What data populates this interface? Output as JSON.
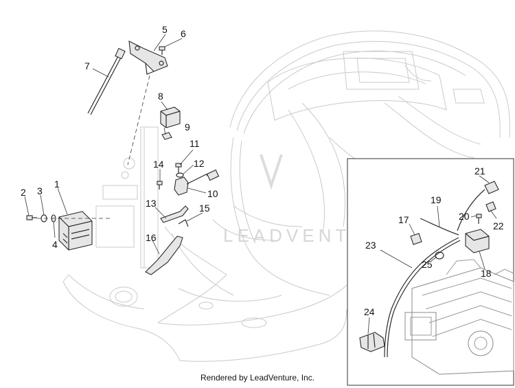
{
  "watermark": "LEADVENTURE",
  "footer": "Rendered by LeadVenture, Inc.",
  "callouts": [
    {
      "id": "1",
      "label": "1"
    },
    {
      "id": "2",
      "label": "2"
    },
    {
      "id": "3",
      "label": "3"
    },
    {
      "id": "4",
      "label": "4"
    },
    {
      "id": "5",
      "label": "5"
    },
    {
      "id": "6",
      "label": "6"
    },
    {
      "id": "7",
      "label": "7"
    },
    {
      "id": "8",
      "label": "8"
    },
    {
      "id": "9",
      "label": "9"
    },
    {
      "id": "10",
      "label": "10"
    },
    {
      "id": "11",
      "label": "11"
    },
    {
      "id": "12",
      "label": "12"
    },
    {
      "id": "13",
      "label": "13"
    },
    {
      "id": "14",
      "label": "14"
    },
    {
      "id": "15",
      "label": "15"
    },
    {
      "id": "16",
      "label": "16"
    },
    {
      "id": "17",
      "label": "17"
    },
    {
      "id": "18",
      "label": "18"
    },
    {
      "id": "19",
      "label": "19"
    },
    {
      "id": "20",
      "label": "20"
    },
    {
      "id": "21",
      "label": "21"
    },
    {
      "id": "22",
      "label": "22"
    },
    {
      "id": "23",
      "label": "23"
    },
    {
      "id": "24",
      "label": "24"
    },
    {
      "id": "25",
      "label": "25"
    }
  ]
}
